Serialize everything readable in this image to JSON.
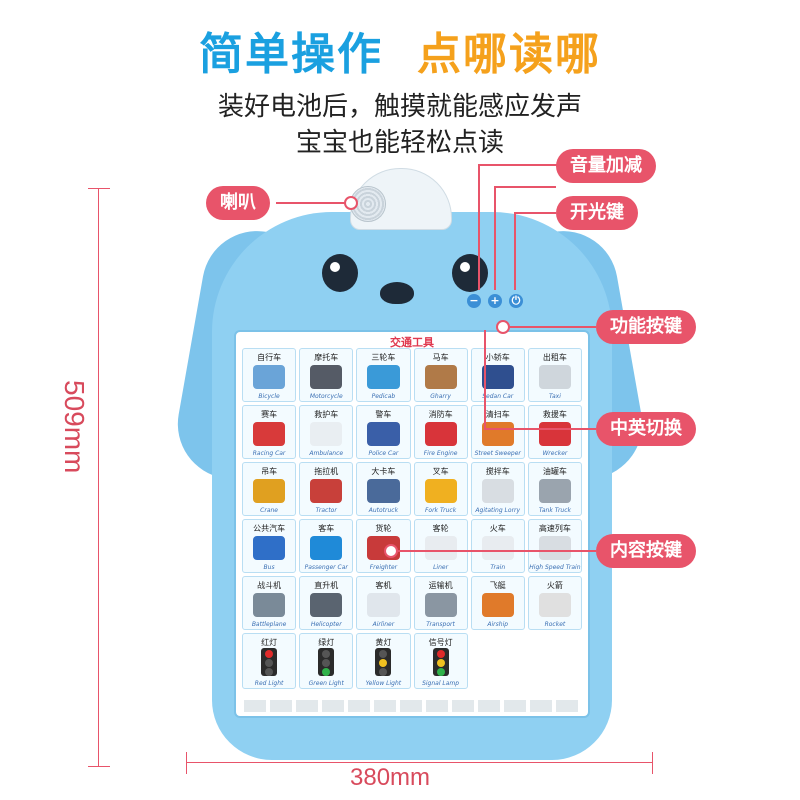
{
  "headline": {
    "part1": "简单操作",
    "part2": "点哪读哪"
  },
  "subtitle": {
    "line1": "装好电池后，触摸就能感应发声",
    "line2": "宝宝也能轻松点读"
  },
  "dimensions": {
    "height": "509mm",
    "width": "380mm"
  },
  "callouts": {
    "speaker": "喇叭",
    "volume": "音量加减",
    "power": "开光键",
    "function": "功能按键",
    "language": "中英切换",
    "content": "内容按键"
  },
  "poster": {
    "title": "交通工具",
    "volume_minus": "−",
    "volume_plus": "+",
    "power_symbol": "⏻",
    "items": [
      {
        "cn": "自行车",
        "en": "Bicycle",
        "color": "#6aa4d8"
      },
      {
        "cn": "摩托车",
        "en": "Motorcycle",
        "color": "#555b66"
      },
      {
        "cn": "三轮车",
        "en": "Pedicab",
        "color": "#3a9ad8"
      },
      {
        "cn": "马车",
        "en": "Gharry",
        "color": "#b07a48"
      },
      {
        "cn": "小轿车",
        "en": "Sedan Car",
        "color": "#2f4f8f"
      },
      {
        "cn": "出租车",
        "en": "Taxi",
        "color": "#cfd6dc"
      },
      {
        "cn": "赛车",
        "en": "Racing Car",
        "color": "#d83a3a"
      },
      {
        "cn": "救护车",
        "en": "Ambulance",
        "color": "#e9eef2"
      },
      {
        "cn": "警车",
        "en": "Police Car",
        "color": "#3a5fa8"
      },
      {
        "cn": "消防车",
        "en": "Fire Engine",
        "color": "#d8343a"
      },
      {
        "cn": "清扫车",
        "en": "Street Sweeper",
        "color": "#e07a2a"
      },
      {
        "cn": "救援车",
        "en": "Wrecker",
        "color": "#d8343a"
      },
      {
        "cn": "吊车",
        "en": "Crane",
        "color": "#e0a020"
      },
      {
        "cn": "拖拉机",
        "en": "Tractor",
        "color": "#c8403a"
      },
      {
        "cn": "大卡车",
        "en": "Autotruck",
        "color": "#4a6a9a"
      },
      {
        "cn": "叉车",
        "en": "Fork Truck",
        "color": "#f0b020"
      },
      {
        "cn": "搅拌车",
        "en": "Agitating Lorry",
        "color": "#d8dde2"
      },
      {
        "cn": "油罐车",
        "en": "Tank Truck",
        "color": "#9aa4ae"
      },
      {
        "cn": "公共汽车",
        "en": "Bus",
        "color": "#2f6fc8"
      },
      {
        "cn": "客车",
        "en": "Passenger Car",
        "color": "#1f8ad8"
      },
      {
        "cn": "货轮",
        "en": "Freighter",
        "color": "#c83a3a"
      },
      {
        "cn": "客轮",
        "en": "Liner",
        "color": "#e8ecf0"
      },
      {
        "cn": "火车",
        "en": "Train",
        "color": "#e8ecf0"
      },
      {
        "cn": "高速列车",
        "en": "High Speed Train",
        "color": "#d8dde2"
      },
      {
        "cn": "战斗机",
        "en": "Battleplane",
        "color": "#7a8a98"
      },
      {
        "cn": "直升机",
        "en": "Helicopter",
        "color": "#5a6470"
      },
      {
        "cn": "客机",
        "en": "Airliner",
        "color": "#e0e6ec"
      },
      {
        "cn": "运输机",
        "en": "Transport",
        "color": "#8a96a2"
      },
      {
        "cn": "飞艇",
        "en": "Airship",
        "color": "#e07a2a"
      },
      {
        "cn": "火箭",
        "en": "Rocket",
        "color": "#e0e0e0"
      }
    ],
    "lights": [
      {
        "cn": "红灯",
        "en": "Red Light",
        "on": "red"
      },
      {
        "cn": "绿灯",
        "en": "Green Light",
        "on": "green"
      },
      {
        "cn": "黄灯",
        "en": "Yellow Light",
        "on": "yellow"
      },
      {
        "cn": "信号灯",
        "en": "Signal Lamp",
        "on": "all"
      }
    ]
  }
}
